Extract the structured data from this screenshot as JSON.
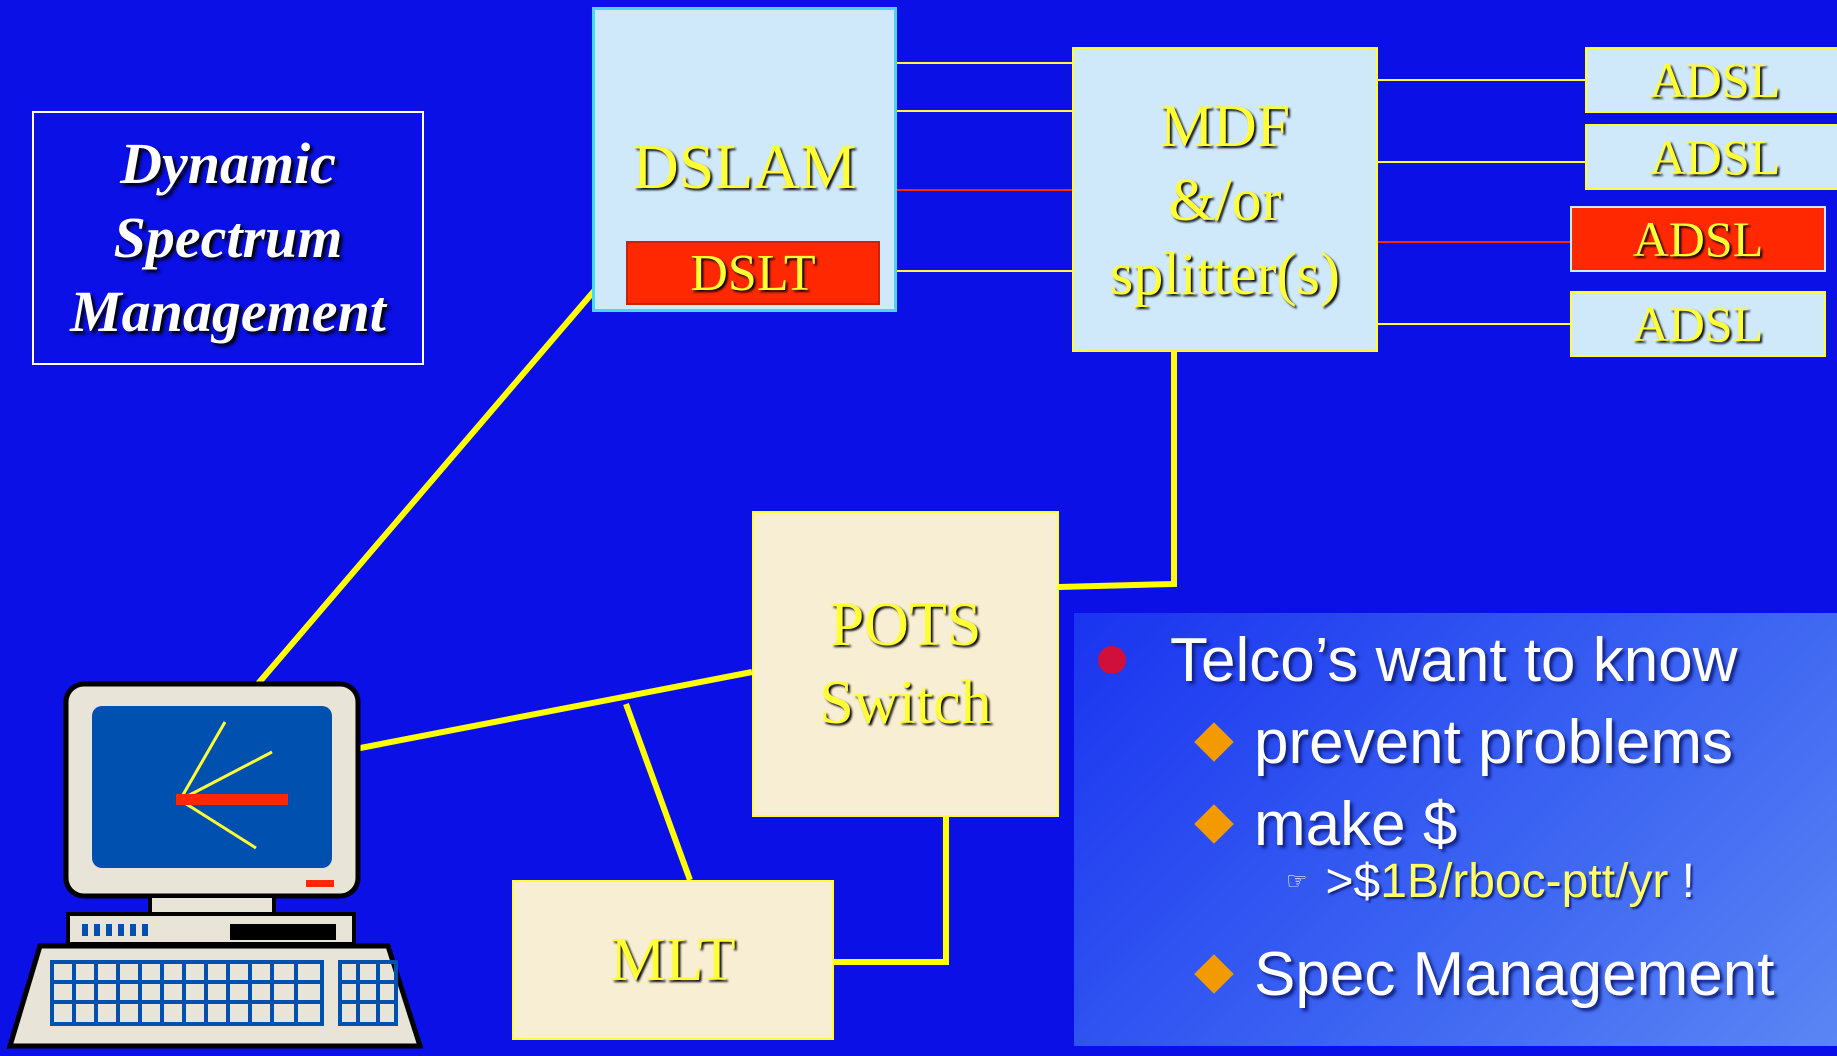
{
  "title": {
    "lines": [
      "Dynamic",
      "Spectrum",
      "Management"
    ]
  },
  "dslam": {
    "label": "DSLAM",
    "port_label": "DSLT"
  },
  "mdf": {
    "lines": [
      "MDF",
      "&/or",
      "splitter(s)"
    ]
  },
  "adsl": [
    "ADSL",
    "ADSL",
    "ADSL",
    "ADSL"
  ],
  "pots": {
    "lines": [
      "POTS",
      "Switch"
    ]
  },
  "mlt": {
    "label": "MLT"
  },
  "bullets": {
    "main": "Telco’s want to know",
    "sub": [
      "prevent problems",
      "make $",
      "Spec Management"
    ],
    "subsub_prefix": ">$",
    "subsub_highlight": "1B/rboc-ptt/yr",
    "subsub_suffix": " !"
  },
  "colors": {
    "background": "#0a10e6",
    "box_fill": "#cfe9fb",
    "label_yellow": "#ffff33",
    "highlight_red": "#ff2800",
    "link_yellow": "#ffff00",
    "bullet_red": "#d0103a",
    "diamond_orange": "#f29a00"
  },
  "icons": [
    "computer-terminal-icon",
    "pointing-hand-icon"
  ]
}
